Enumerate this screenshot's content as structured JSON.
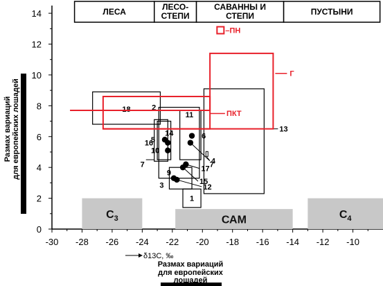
{
  "chart_data": {
    "type": "box-diagram",
    "xlabel": "δ13С, ‰",
    "ylabel_line1": "Размах вариаций",
    "ylabel_line2": "для европейских лошадей",
    "bottom_note_line1": "Размах вариаций",
    "bottom_note_line2": "для европейских",
    "bottom_note_line3": "лошадей",
    "xlim": [
      -30,
      -8
    ],
    "ylim": [
      0,
      14.5
    ],
    "x_ticks": [
      -30,
      -28,
      -26,
      -24,
      -22,
      -20,
      -18,
      -16,
      -14,
      -12,
      -10
    ],
    "y_ticks": [
      0,
      2,
      4,
      6,
      8,
      10,
      12,
      14
    ],
    "x_tick_labels": [
      "-30",
      "-28",
      "-26",
      "-24",
      "-22",
      "-20",
      "-18",
      "-16",
      "-14",
      "-12",
      "-10"
    ],
    "y_tick_labels": [
      "0",
      "2",
      "4",
      "6",
      "8",
      "10",
      "12",
      "14"
    ],
    "zones": [
      {
        "label": "ЛЕСА",
        "x0": -28.5,
        "x1": -23.2
      },
      {
        "label": "ЛЕСО-",
        "label2": "СТЕПИ",
        "x0": -23.2,
        "x1": -20.4
      },
      {
        "label": "САВАННЫ И",
        "label2": "СТЕПИ",
        "x0": -20.4,
        "x1": -14.6
      },
      {
        "label": "ПУСТЫНИ",
        "x0": -14.6,
        "x1": -8.2
      }
    ],
    "bands": [
      {
        "label": "С",
        "sub": "3",
        "x0": -28,
        "x1": -24,
        "y0": 0,
        "y1": 2
      },
      {
        "label": "САМ",
        "x0": -21.8,
        "x1": -14,
        "y0": 0,
        "y1": 1.3
      },
      {
        "label": "С",
        "sub": "4",
        "x0": -13,
        "x1": -8,
        "y0": 0,
        "y1": 2
      }
    ],
    "boxes": [
      {
        "id": "1",
        "label": "1",
        "x0": -21.3,
        "x1": -20.1,
        "y0": 1.4,
        "y1": 2.6
      },
      {
        "id": "2",
        "label": "2",
        "x0": -22.9,
        "x1": -20.2,
        "y0": 3.3,
        "y1": 7.9
      },
      {
        "id": "3",
        "label": "3",
        "x0": -22.2,
        "x1": -20.7,
        "y0": 2.6,
        "y1": 4
      },
      {
        "id": "7",
        "label": "7",
        "x0": -23.2,
        "x1": -22.3,
        "y0": 4.4,
        "y1": 7.1
      },
      {
        "id": "11",
        "label": "11",
        "x0": -21.5,
        "x1": -20.1,
        "y0": 4.5,
        "y1": 7.7
      },
      {
        "id": "13",
        "label": "13",
        "x0": -19.9,
        "x1": -15.9,
        "y0": 2.3,
        "y1": 9.1
      },
      {
        "id": "16",
        "label": "16",
        "x0": -23,
        "x1": -22.1,
        "y0": 4.5,
        "y1": 7
      },
      {
        "id": "18",
        "label": "18",
        "x0": -27.3,
        "x1": -22.8,
        "y0": 6.8,
        "y1": 8.9
      }
    ],
    "points": [
      {
        "id": "5",
        "label": "5",
        "x": -22.5,
        "y": 5.8
      },
      {
        "id": "10",
        "label": "10",
        "x": -22.3,
        "y": 5.1
      },
      {
        "id": "14",
        "label": "14",
        "x": -22.3,
        "y": 5.6
      },
      {
        "id": "6",
        "label": "6",
        "x": -20.7,
        "y": 6.05
      },
      {
        "id": "4",
        "label": "4",
        "x": -20.8,
        "y": 5.6
      },
      {
        "id": "17",
        "label": "17",
        "x": -21.1,
        "y": 4.2
      },
      {
        "id": "15",
        "label": "15",
        "x": -21.3,
        "y": 4
      },
      {
        "id": "9",
        "label": "9",
        "x": -21.9,
        "y": 3.3
      },
      {
        "id": "12",
        "label": "12",
        "x": -21.7,
        "y": 3.2
      }
    ],
    "marker_7b": {
      "label": "7",
      "x": -19.7,
      "y": 4.85
    },
    "red_series": [
      {
        "label": "Г",
        "x0": -28.8,
        "x1": -15.3,
        "y0": 7.7,
        "y1": 11.4,
        "style": "stepped"
      },
      {
        "label": "ПКТ",
        "x0": -26.6,
        "x1": -19.5,
        "y0": 6.5,
        "y1": 8.6
      },
      {
        "label": "ПН",
        "x": -18.8,
        "y": 12.9
      }
    ],
    "colors": {
      "red": "#e8202a",
      "band": "#c8c8c8",
      "black": "#000000"
    }
  }
}
